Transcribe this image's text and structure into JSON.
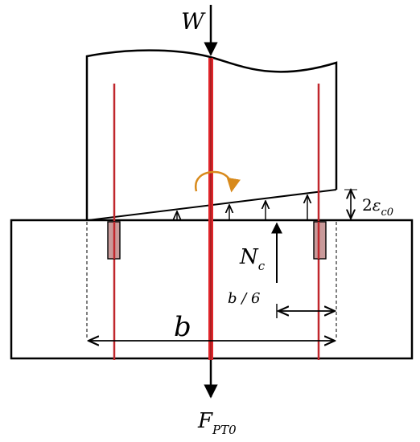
{
  "labels": {
    "load": "W",
    "prestress_force_main": "F",
    "prestress_force_sub": "PT0",
    "width": "b",
    "eccentricity": "b / 6",
    "compression_main": "N",
    "compression_sub": "c",
    "strain_prefix": "2",
    "strain_symbol": "ε",
    "strain_sub": "c0"
  },
  "colors": {
    "tendon": "#e0262b",
    "tendon_dark": "#8b1a1a",
    "moment": "#d88a1c",
    "anchor_fill": "#c99a9a",
    "line": "#000000"
  }
}
